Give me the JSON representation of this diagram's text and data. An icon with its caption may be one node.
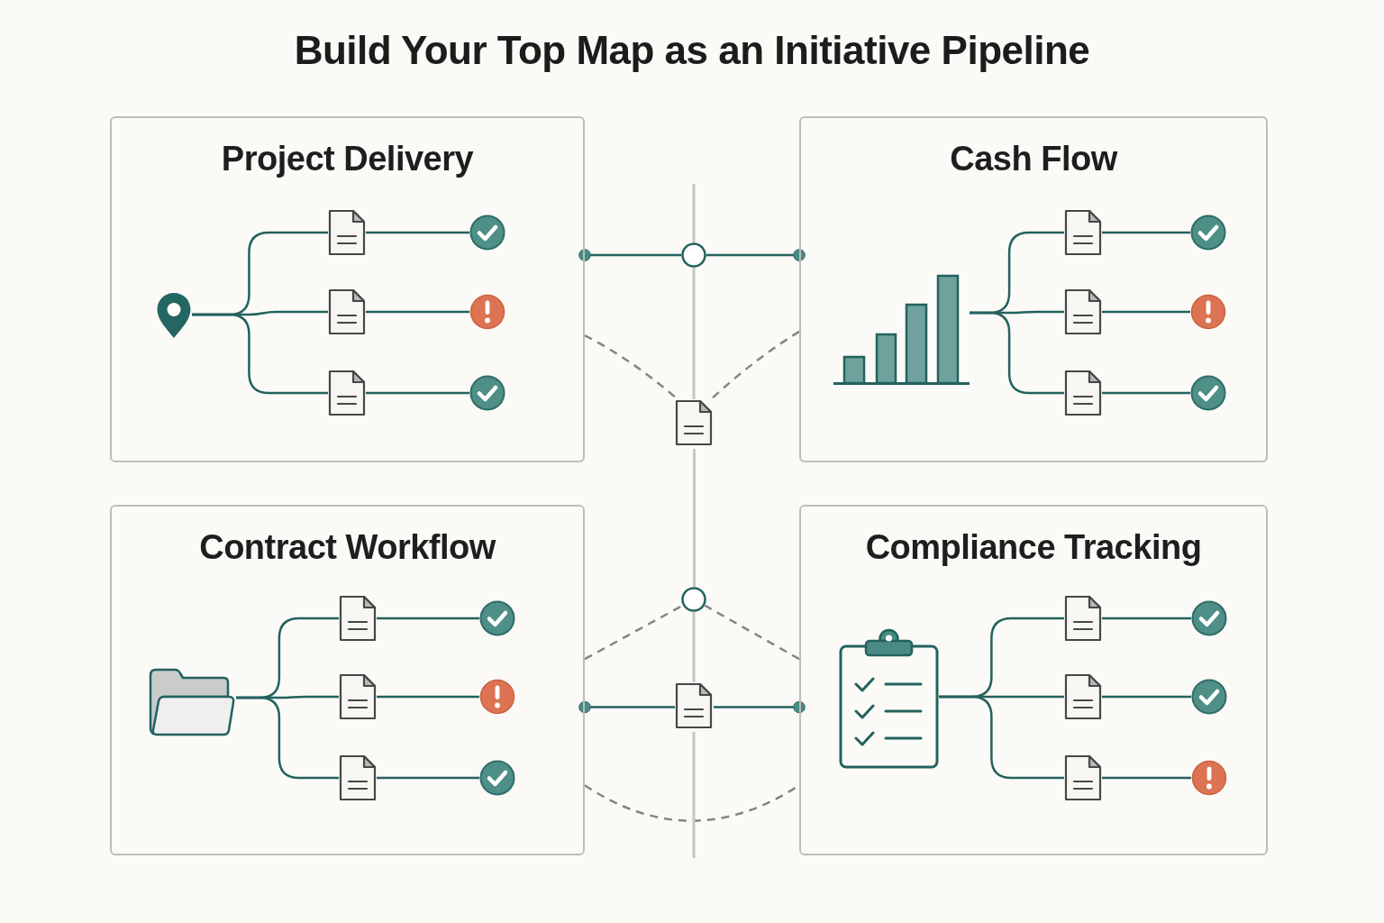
{
  "diagram": {
    "title": "Build Your Top Map as an Initiative Pipeline",
    "nodes": [
      {
        "text": [
          "Project Delivery"
        ]
      },
      {
        "text": [],
        "shape": "pin",
        "in": 0
      },
      {
        "text": [],
        "shape": "document",
        "in": 0
      },
      {
        "text": [],
        "shape": "document",
        "in": 0
      },
      {
        "text": [],
        "shape": "document",
        "in": 0
      },
      {
        "text": [],
        "shape": "check",
        "in": 0
      },
      {
        "text": [],
        "shape": "exclamation",
        "in": 0
      },
      {
        "text": [],
        "shape": "check",
        "in": 0
      },
      {
        "text": [
          "Cash Flow"
        ]
      },
      {
        "text": [],
        "shape": "chart",
        "in": 8
      },
      {
        "text": [],
        "shape": "document",
        "in": 8
      },
      {
        "text": [],
        "shape": "document",
        "in": 8
      },
      {
        "text": [],
        "shape": "document",
        "in": 8
      },
      {
        "text": [],
        "shape": "check",
        "in": 8
      },
      {
        "text": [],
        "shape": "exclamation",
        "in": 8
      },
      {
        "text": [],
        "shape": "check",
        "in": 8
      },
      {
        "text": [
          "Contract Workflow"
        ]
      },
      {
        "text": [],
        "shape": "folder",
        "in": 16
      },
      {
        "text": [],
        "shape": "document",
        "in": 16
      },
      {
        "text": [],
        "shape": "document",
        "in": 16
      },
      {
        "text": [],
        "shape": "document",
        "in": 16
      },
      {
        "text": [],
        "shape": "check",
        "in": 16
      },
      {
        "text": [],
        "shape": "exclamation",
        "in": 16
      },
      {
        "text": [],
        "shape": "check",
        "in": 16
      },
      {
        "text": [
          "Compliance Tracking"
        ]
      },
      {
        "text": [],
        "shape": "clipboard",
        "in": 24
      },
      {
        "text": [],
        "shape": "document",
        "in": 24
      },
      {
        "text": [],
        "shape": "document",
        "in": 24
      },
      {
        "text": [],
        "shape": "document",
        "in": 24
      },
      {
        "text": [],
        "shape": "check",
        "in": 24
      },
      {
        "text": [],
        "shape": "check",
        "in": 24
      },
      {
        "text": [],
        "shape": "exclamation",
        "in": 24
      },
      {
        "text": [],
        "shape": "circle"
      },
      {
        "text": [],
        "shape": "document"
      },
      {
        "text": [],
        "shape": "circle"
      },
      {
        "text": [],
        "shape": "document"
      }
    ],
    "edges": [
      {
        "from": 1,
        "to": 2,
        "arrow": "none"
      },
      {
        "from": 1,
        "to": 3,
        "arrow": "none"
      },
      {
        "from": 1,
        "to": 4,
        "arrow": "none"
      },
      {
        "from": 2,
        "to": 5,
        "arrow": "none"
      },
      {
        "from": 3,
        "to": 6,
        "arrow": "none"
      },
      {
        "from": 4,
        "to": 7,
        "arrow": "none"
      },
      {
        "from": 9,
        "to": 10,
        "arrow": "none"
      },
      {
        "from": 9,
        "to": 11,
        "arrow": "none"
      },
      {
        "from": 9,
        "to": 12,
        "arrow": "none"
      },
      {
        "from": 10,
        "to": 13,
        "arrow": "none"
      },
      {
        "from": 11,
        "to": 14,
        "arrow": "none"
      },
      {
        "from": 12,
        "to": 15,
        "arrow": "none"
      },
      {
        "from": 17,
        "to": 18,
        "arrow": "none"
      },
      {
        "from": 17,
        "to": 19,
        "arrow": "none"
      },
      {
        "from": 17,
        "to": 20,
        "arrow": "none"
      },
      {
        "from": 18,
        "to": 21,
        "arrow": "none"
      },
      {
        "from": 19,
        "to": 22,
        "arrow": "none"
      },
      {
        "from": 20,
        "to": 23,
        "arrow": "none"
      },
      {
        "from": 25,
        "to": 26,
        "arrow": "none"
      },
      {
        "from": 25,
        "to": 27,
        "arrow": "none"
      },
      {
        "from": 25,
        "to": 28,
        "arrow": "none"
      },
      {
        "from": 26,
        "to": 29,
        "arrow": "none"
      },
      {
        "from": 27,
        "to": 30,
        "arrow": "none"
      },
      {
        "from": 28,
        "to": 31,
        "arrow": "none"
      },
      {
        "from": 0,
        "to": 32,
        "arrow": "other"
      },
      {
        "from": 8,
        "to": 32,
        "arrow": "other"
      },
      {
        "from": 16,
        "to": 35,
        "arrow": "other"
      },
      {
        "from": 24,
        "to": 35,
        "arrow": "other"
      },
      {
        "from": 0,
        "to": 33,
        "arrow": "none",
        "style": "dashed",
        "color": "#858585"
      },
      {
        "from": 8,
        "to": 33,
        "arrow": "none",
        "style": "dashed",
        "color": "#858585"
      },
      {
        "from": 16,
        "to": 34,
        "arrow": "none",
        "style": "dashed",
        "color": "#858585"
      },
      {
        "from": 24,
        "to": 34,
        "arrow": "none",
        "style": "dashed",
        "color": "#858585"
      },
      {
        "from": 16,
        "to": 24,
        "arrow": "none",
        "style": "dashed",
        "color": "#858585"
      },
      {
        "from": null,
        "to": 32,
        "arrow": "none",
        "color": "#c6c6c4"
      },
      {
        "from": 32,
        "to": 33,
        "arrow": "none",
        "color": "#c6c6c4"
      },
      {
        "from": 33,
        "to": 34,
        "arrow": "none",
        "color": "#c6c6c4"
      },
      {
        "from": 34,
        "to": 35,
        "arrow": "none",
        "color": "#c6c6c4"
      },
      {
        "from": 35,
        "to": null,
        "arrow": "none",
        "color": "#c6c6c4"
      }
    ]
  }
}
